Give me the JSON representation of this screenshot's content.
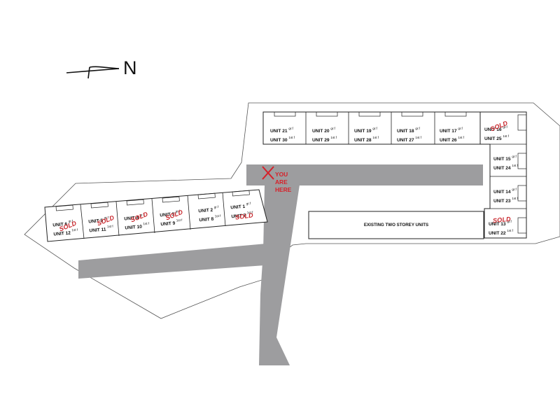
{
  "map": {
    "north_label": "N",
    "you_are_here": [
      "YOU",
      "ARE",
      "HERE"
    ],
    "existing_building": "EXISTING TWO STOREY UNITS",
    "sold_label": "SOLD",
    "colors": {
      "road": "#9d9d9f",
      "outline": "#333333",
      "sold": "#c8252b"
    },
    "units": [
      {
        "ground": "UNIT 21",
        "first": "UNIT 30"
      },
      {
        "ground": "UNIT 20",
        "first": "UNIT 29"
      },
      {
        "ground": "UNIT 19",
        "first": "UNIT 28"
      },
      {
        "ground": "UNIT 18",
        "first": "UNIT 27"
      },
      {
        "ground": "UNIT 17",
        "first": "UNIT 26"
      },
      {
        "ground": "UNIT 16",
        "first": "UNIT 25"
      },
      {
        "ground": "UNIT 15",
        "first": "UNIT 24"
      },
      {
        "ground": "UNIT 14",
        "first": "UNIT 23"
      },
      {
        "ground": "UNIT 13",
        "first": "UNIT 22"
      },
      {
        "ground": "UNIT 6",
        "first": "UNIT 12"
      },
      {
        "ground": "UNIT 5",
        "first": "UNIT 11"
      },
      {
        "ground": "UNIT 4",
        "first": "UNIT 10"
      },
      {
        "ground": "UNIT 3",
        "first": "UNIT 9"
      },
      {
        "ground": "UNIT 2",
        "first": "UNIT 8"
      },
      {
        "ground": "UNIT 1",
        "first": "UNIT 7"
      }
    ],
    "floor_ground": "gr.f",
    "floor_first": "1st f"
  }
}
